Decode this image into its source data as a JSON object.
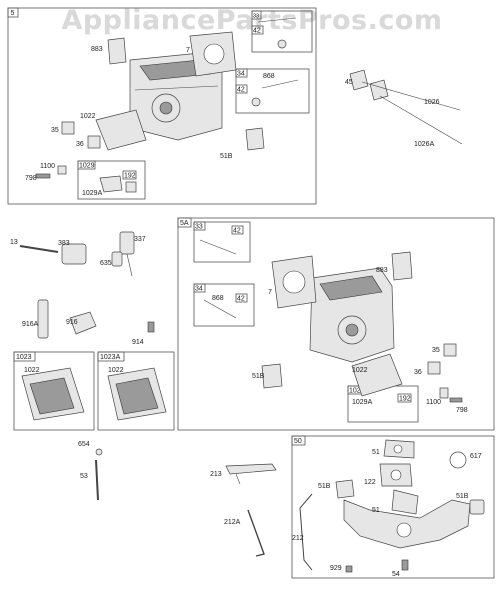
{
  "watermark": "AppliancePartsPros.com",
  "sections": [
    {
      "id": "5"
    },
    {
      "id": "5A"
    },
    {
      "id": "50"
    },
    {
      "id": "1023"
    },
    {
      "id": "1023A"
    }
  ],
  "inset_labels": {
    "s5_1": "42",
    "s5_2": "34",
    "s5_3": "42",
    "s5_4": "1029",
    "s5_5": "192",
    "s5a_1": "33",
    "s5a_2": "42",
    "s5a_3": "34",
    "s5a_4": "42",
    "s5a_5": "1029",
    "s5a_6": "192"
  },
  "callouts": [
    {
      "id": "c1",
      "text": "883"
    },
    {
      "id": "c2",
      "text": "7"
    },
    {
      "id": "c3",
      "text": "868"
    },
    {
      "id": "c4",
      "text": "1022"
    },
    {
      "id": "c5",
      "text": "35"
    },
    {
      "id": "c6",
      "text": "36"
    },
    {
      "id": "c7",
      "text": "51B"
    },
    {
      "id": "c8",
      "text": "1100"
    },
    {
      "id": "c9",
      "text": "798"
    },
    {
      "id": "c10",
      "text": "1029A"
    },
    {
      "id": "c11",
      "text": "45"
    },
    {
      "id": "c12",
      "text": "1026"
    },
    {
      "id": "c13",
      "text": "1026A"
    },
    {
      "id": "c14",
      "text": "13"
    },
    {
      "id": "c15",
      "text": "383"
    },
    {
      "id": "c16",
      "text": "337"
    },
    {
      "id": "c17",
      "text": "635"
    },
    {
      "id": "c18",
      "text": "916A"
    },
    {
      "id": "c19",
      "text": "916"
    },
    {
      "id": "c20",
      "text": "914"
    },
    {
      "id": "c21",
      "text": "1022"
    },
    {
      "id": "c22",
      "text": "1022"
    },
    {
      "id": "c23",
      "text": "654"
    },
    {
      "id": "c24",
      "text": "53"
    },
    {
      "id": "c25",
      "text": "883"
    },
    {
      "id": "c26",
      "text": "7"
    },
    {
      "id": "c27",
      "text": "868"
    },
    {
      "id": "c28",
      "text": "51B"
    },
    {
      "id": "c29",
      "text": "1022"
    },
    {
      "id": "c30",
      "text": "35"
    },
    {
      "id": "c31",
      "text": "36"
    },
    {
      "id": "c32",
      "text": "1029A"
    },
    {
      "id": "c33",
      "text": "1100"
    },
    {
      "id": "c34",
      "text": "798"
    },
    {
      "id": "c35",
      "text": "213"
    },
    {
      "id": "c36",
      "text": "212A"
    },
    {
      "id": "c37",
      "text": "212"
    },
    {
      "id": "c38",
      "text": "51"
    },
    {
      "id": "c39",
      "text": "617"
    },
    {
      "id": "c40",
      "text": "51B"
    },
    {
      "id": "c41",
      "text": "122"
    },
    {
      "id": "c42",
      "text": "51"
    },
    {
      "id": "c43",
      "text": "51B"
    },
    {
      "id": "c44",
      "text": "929"
    },
    {
      "id": "c45",
      "text": "54"
    }
  ]
}
